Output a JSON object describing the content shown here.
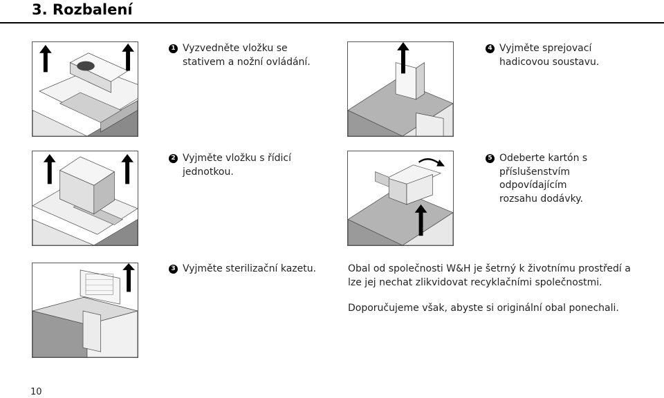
{
  "header": {
    "title": "3. Rozbalení"
  },
  "steps": [
    {
      "num": "1",
      "text": "Vyzvedněte vložku se stativem a nožní ovládání."
    },
    {
      "num": "2",
      "text": "Vyjměte vložku s řídicí jednotkou."
    },
    {
      "num": "3",
      "text": "Vyjměte sterilizační kazetu."
    },
    {
      "num": "4",
      "text": "Vyjměte sprejovací hadicovou soustavu."
    },
    {
      "num": "5",
      "text": "Odeberte kartón s příslušenstvím odpovídajícím rozsahu dodávky."
    }
  ],
  "notes": {
    "eco": "Obal od  společnosti W&H je šetrný k  životnímu prostředí a lze jej nechat zlikvidovat recyklačními společnostmi.",
    "recommend": "Doporučujeme však, abyste si originální obal ponechali."
  },
  "footer": {
    "page_number": "10"
  },
  "colors": {
    "box_dark": "#8a8a8a",
    "box_mid": "#b4b4b4",
    "box_light": "#e6e6e6",
    "arrow": "#000000"
  }
}
